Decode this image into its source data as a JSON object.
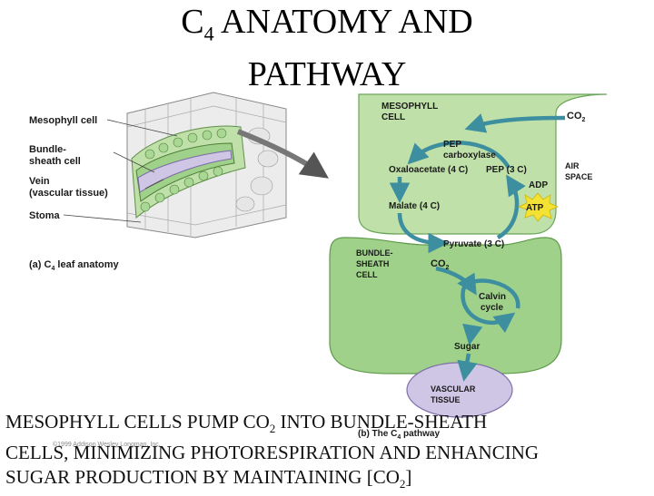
{
  "title": {
    "line1_pre": "C",
    "line1_sub": "4",
    "line1_post": " ANATOMY AND",
    "line2": "PATHWAY"
  },
  "anatomy": {
    "mesophyll_cell": "Mesophyll cell",
    "bundle_sheath_1": "Bundle-",
    "bundle_sheath_2": "sheath cell",
    "vein_1": "Vein",
    "vein_2": "(vascular tissue)",
    "stoma": "Stoma",
    "caption_pre": "(a) C",
    "caption_sub": "4",
    "caption_post": " leaf anatomy",
    "copyright": "©1999 Addison Wesley Longman, Inc."
  },
  "pathway": {
    "mesophyll_1": "MESOPHYLL",
    "mesophyll_2": "CELL",
    "co2_in": "CO",
    "co2_in_sub": "2",
    "pep_carboxylase_1": "PEP",
    "pep_carboxylase_2": "carboxylase",
    "oxaloacetate": "Oxaloacetate (4 C)",
    "pep": "PEP (3 C)",
    "air_space_1": "AIR",
    "air_space_2": "SPACE",
    "adp": "ADP",
    "atp": "ATP",
    "malate": "Malate (4 C)",
    "pyruvate": "Pyruvate (3 C)",
    "bundle_1": "BUNDLE-",
    "bundle_2": "SHEATH",
    "bundle_3": "CELL",
    "co2_out": "CO",
    "co2_out_sub": "2",
    "calvin_1": "Calvin",
    "calvin_2": "cycle",
    "sugar": "Sugar",
    "vascular_1": "VASCULAR",
    "vascular_2": "TISSUE",
    "caption_pre": "(b) The C",
    "caption_sub": "4",
    "caption_post": " pathway"
  },
  "caption": {
    "line1_pre": "MESOPHYLL CELLS PUMP CO",
    "line1_sub": "2",
    "line1_post": " INTO BUNDLE-SHEATH",
    "line2": "CELLS, MINIMIZING PHOTORESPIRATION AND ENHANCING",
    "line3_pre": "SUGAR PRODUCTION BY MAINTAINING [CO",
    "line3_sub": "2",
    "line3_post": "]"
  },
  "colors": {
    "mesophyll_fill": "#bfe0a8",
    "bundle_fill": "#9fd18a",
    "vascular_fill": "#cfc6e6",
    "arrow": "#3d8fa0",
    "atp": "#f3e233"
  }
}
